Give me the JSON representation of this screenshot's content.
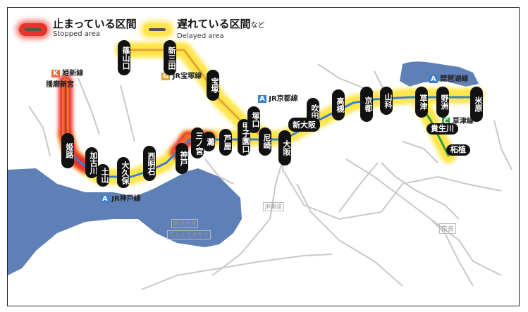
{
  "legend": {
    "stopped": {
      "jp": "止まっている区間",
      "en": "Stopped area"
    },
    "delayed": {
      "jp": "遅れている区間",
      "jp_small": "など",
      "en": "Delayed area"
    }
  },
  "colors": {
    "sea": "#5f80b6",
    "stopped": "#e8322a",
    "delayed": "#ffe54a",
    "jr_kobe_line": "#3a7fd0",
    "kusatsu_line": "#2f9a3f",
    "station_badge": "#111111",
    "other_lines": "#c8c8c8"
  },
  "line_labels": {
    "himeshin": {
      "code": "K",
      "name": "姫新線"
    },
    "takarazuka": {
      "code": "G",
      "name": "JR宝塚線"
    },
    "kyoto": {
      "code": "A",
      "name": "JR京都線"
    },
    "kobe": {
      "code": "A",
      "name": "JR神戸線"
    },
    "biwako": {
      "code": "A",
      "name": "琵琶湖線"
    },
    "kusatsu": {
      "code": "C",
      "name": "草津線"
    }
  },
  "stations": {
    "himeji": "姫路",
    "kakogawa": "加古川",
    "tsuchiyama": "土山",
    "okubo": "大久保",
    "nishiakashi": "西明石",
    "kobe": "神戸",
    "sannomiya": "三ノ宮",
    "nada": "灘",
    "ashiya": "芦屋",
    "koshienguchi": "甲子園口",
    "amagasaki": "尼崎",
    "tsukaguchi": "塚口",
    "osaka": "大阪",
    "shinosaka": "新大阪",
    "suita": "吹田",
    "takatsuki": "高槻",
    "kyoto": "京都",
    "yamashina": "山科",
    "kusatsu": "草津",
    "yasu": "野洲",
    "maibara": "米原",
    "kibukawa": "貴生川",
    "tsuge": "柘植",
    "sasayamaguchi": "篠山口",
    "sanda": "新三田",
    "takarazuka": "宝塚",
    "harima": "播磨新宮"
  },
  "small_labels": {
    "nara": "奈良",
    "kansai_airport": "関西空港",
    "rinku": "りんくうタウン",
    "jr_namba": "JR難波"
  }
}
